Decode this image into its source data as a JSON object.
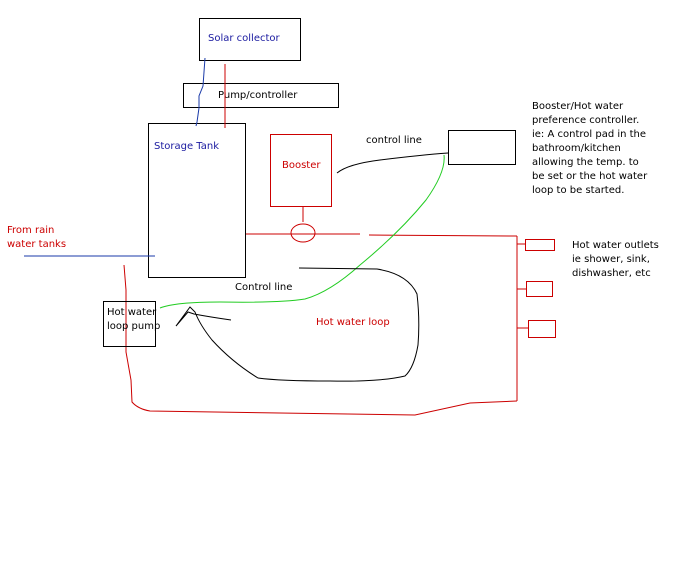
{
  "labels": {
    "solar_collector": "Solar collector",
    "pump_controller": "Pump/controller",
    "storage_tank": "Storage Tank",
    "booster": "Booster",
    "control_line_top": "control line",
    "control_line_mid": "Control line",
    "from_rain": [
      "From rain",
      "water tanks"
    ],
    "hot_water_loop_pump": [
      "Hot water",
      "loop pump"
    ],
    "hot_water_loop": "Hot water loop",
    "booster_controller_note": [
      "Booster/Hot water",
      "preference controller.",
      "ie: A control pad in the",
      "bathroom/kitchen",
      "allowing the temp. to",
      "be set or the hot water",
      "loop to be started."
    ],
    "hot_water_outlets": [
      "Hot water outlets",
      "ie shower, sink,",
      "dishwasher, etc"
    ]
  },
  "colors": {
    "blue_text": "#1a1aa0",
    "red": "#cc0000",
    "blue_line": "#1a3aa8",
    "green": "#22cc22",
    "black": "#000000"
  }
}
